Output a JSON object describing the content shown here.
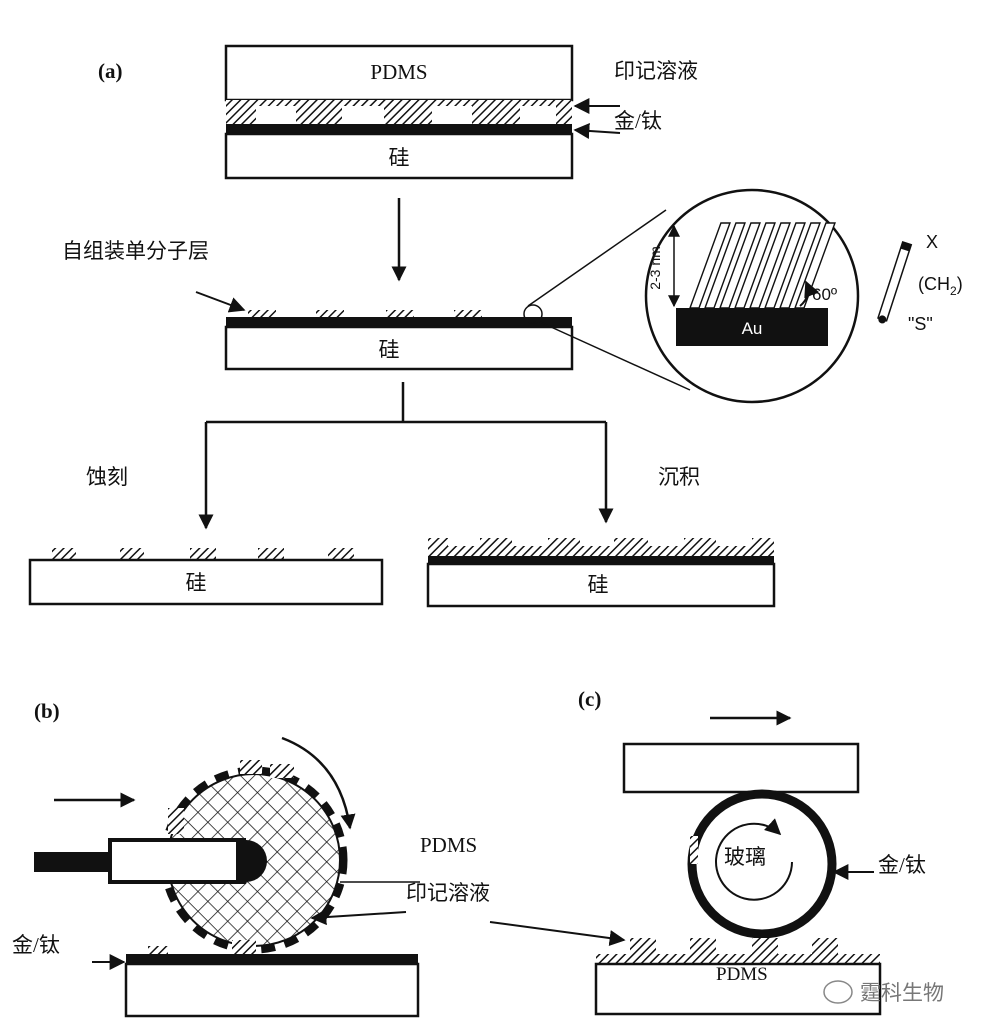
{
  "panel_a": {
    "label": "(a)",
    "stamp": "PDMS",
    "ink_label": "印记溶液",
    "gold_label": "金/钛",
    "substrate_label": "硅",
    "sam_label": "自组装单分子层",
    "etch_label": "蚀刻",
    "deposit_label": "沉积",
    "inset": {
      "height_label": "2-3 nm",
      "angle_label": "60º",
      "base_label": "Au",
      "x_label": "X",
      "ch2_label": "(CH",
      "ch2_sub": "2",
      "ch2_close": ")",
      "s_label": "\"S\""
    }
  },
  "panel_b": {
    "label": "(b)",
    "pdms_label": "PDMS",
    "ink_label": "印记溶液",
    "gold_label": "金/钛"
  },
  "panel_c": {
    "label": "(c)",
    "glass_label": "玻璃",
    "gold_label": "金/钛",
    "pdms_label": "PDMS"
  },
  "watermark": "霆科生物"
}
